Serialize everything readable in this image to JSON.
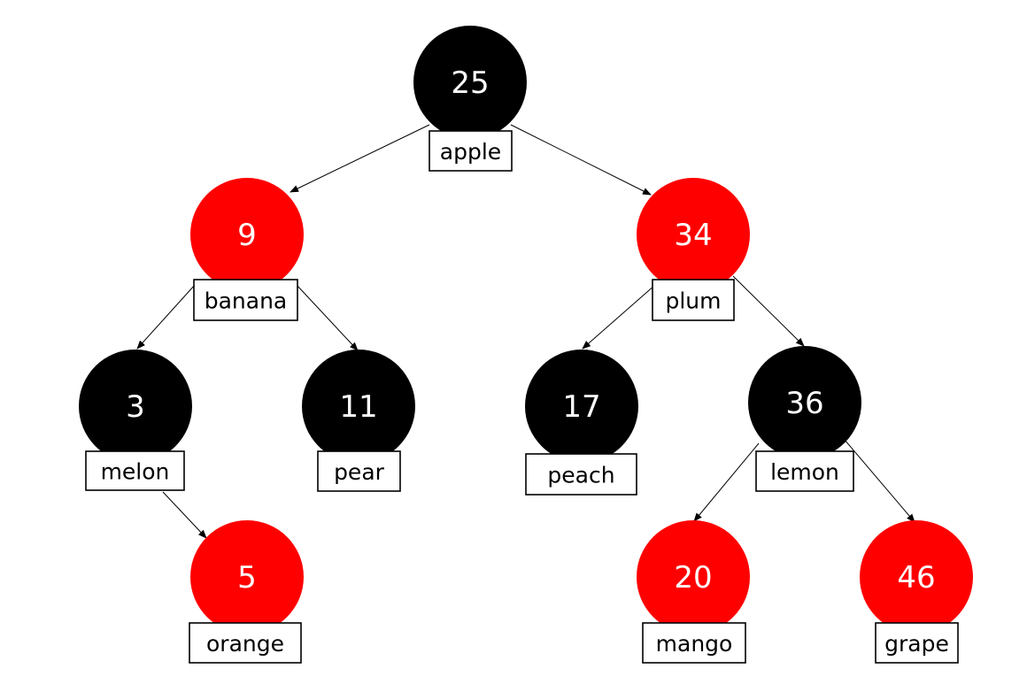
{
  "colors": {
    "black_node": "#000000",
    "red_node": "#ff0000",
    "key_text": "#ffffff",
    "label_text": "#000000",
    "edge": "#000000"
  },
  "tree": {
    "nodes": [
      {
        "id": "n25",
        "key": "25",
        "value": "apple",
        "color": "black"
      },
      {
        "id": "n9",
        "key": "9",
        "value": "banana",
        "color": "red"
      },
      {
        "id": "n34",
        "key": "34",
        "value": "plum",
        "color": "red"
      },
      {
        "id": "n3",
        "key": "3",
        "value": "melon",
        "color": "black"
      },
      {
        "id": "n11",
        "key": "11",
        "value": "pear",
        "color": "black"
      },
      {
        "id": "n17",
        "key": "17",
        "value": "peach",
        "color": "black"
      },
      {
        "id": "n36",
        "key": "36",
        "value": "lemon",
        "color": "black"
      },
      {
        "id": "n5",
        "key": "5",
        "value": "orange",
        "color": "red"
      },
      {
        "id": "n20",
        "key": "20",
        "value": "mango",
        "color": "red"
      },
      {
        "id": "n46",
        "key": "46",
        "value": "grape",
        "color": "red"
      }
    ],
    "edges": [
      {
        "from": "n25",
        "to": "n9"
      },
      {
        "from": "n25",
        "to": "n34"
      },
      {
        "from": "n9",
        "to": "n3"
      },
      {
        "from": "n9",
        "to": "n11"
      },
      {
        "from": "n34",
        "to": "n17"
      },
      {
        "from": "n34",
        "to": "n36"
      },
      {
        "from": "n3",
        "to": "n5"
      },
      {
        "from": "n36",
        "to": "n20"
      },
      {
        "from": "n36",
        "to": "n46"
      }
    ]
  }
}
